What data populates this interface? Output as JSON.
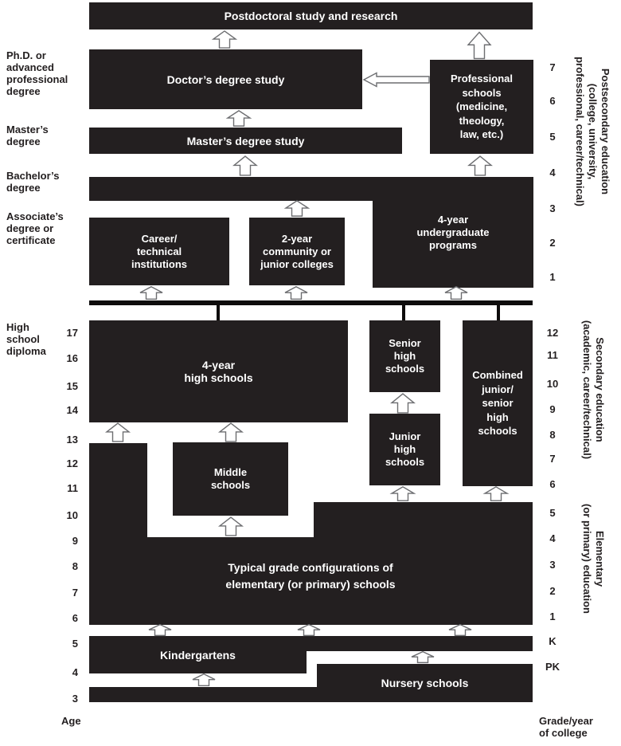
{
  "boxes": {
    "postdoctoral": "Postdoctoral study and research",
    "doctors": "Doctor’s degree study",
    "professional": "Professional\nschools\n(medicine,\ntheology,\nlaw, etc.)",
    "masters": "Master’s degree study",
    "undergrad": "4-year\nundergraduate\nprograms",
    "career": "Career/\ntechnical\ninstitutions",
    "two_year": "2-year\ncommunity or\njunior colleges",
    "high4": "4-year\nhigh schools",
    "senior": "Senior\nhigh\nschools",
    "junior": "Junior\nhigh\nschools",
    "combined": "Combined\njunior/\nsenior\nhigh\nschools",
    "middle": "Middle\nschools",
    "elementary": "Typical grade configurations of\nelementary (or primary) schools",
    "kindergartens": "Kindergartens",
    "nursery": "Nursery schools"
  },
  "left_labels": {
    "phd": "Ph.D. or\nadvanced\nprofessional\ndegree",
    "masters": "Master’s\ndegree",
    "bachelors": "Bachelor’s\ndegree",
    "associates": "Associate’s\ndegree or\ncertificate",
    "hs_diploma": "High\nschool\ndiploma",
    "age_axis": "Age"
  },
  "right_labels": {
    "postsecondary": "Postsecondary education\n(college, university,\nprofessional, career/technical)",
    "secondary": "Secondary education\n(academic, career/technical)",
    "elementary": "Elementary\n(or primary) education",
    "grade_axis": "Grade/year\nof college"
  },
  "ages": [
    "17",
    "16",
    "15",
    "14",
    "13",
    "12",
    "11",
    "10",
    "9",
    "8",
    "7",
    "6",
    "5",
    "4",
    "3"
  ],
  "college_years": [
    "7",
    "6",
    "5",
    "4",
    "3",
    "2",
    "1"
  ],
  "grades": [
    "12",
    "11",
    "10",
    "9",
    "8",
    "7",
    "6",
    "5",
    "4",
    "3",
    "2",
    "1",
    "K",
    "PK"
  ],
  "colors": {
    "box": "#231f20",
    "arrow_fill": "#ffffff",
    "arrow_outline": "#6d6e71"
  }
}
